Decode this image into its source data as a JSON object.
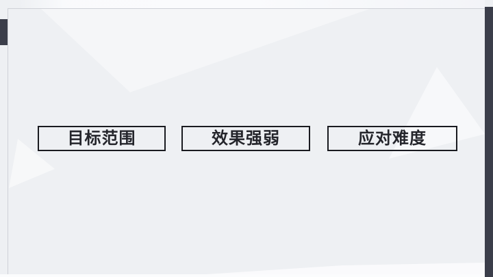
{
  "slide": {
    "title_boxes": [
      {
        "label": "目标范围"
      },
      {
        "label": "效果强弱"
      },
      {
        "label": "应对难度"
      }
    ]
  },
  "colors": {
    "background": "#eef0f3",
    "accent_dark": "#3b3e4a",
    "frame_line": "#cfd1d7",
    "box_border": "#191a1f",
    "box_text": "#24252b",
    "highlight_white": "#fafbfd"
  }
}
